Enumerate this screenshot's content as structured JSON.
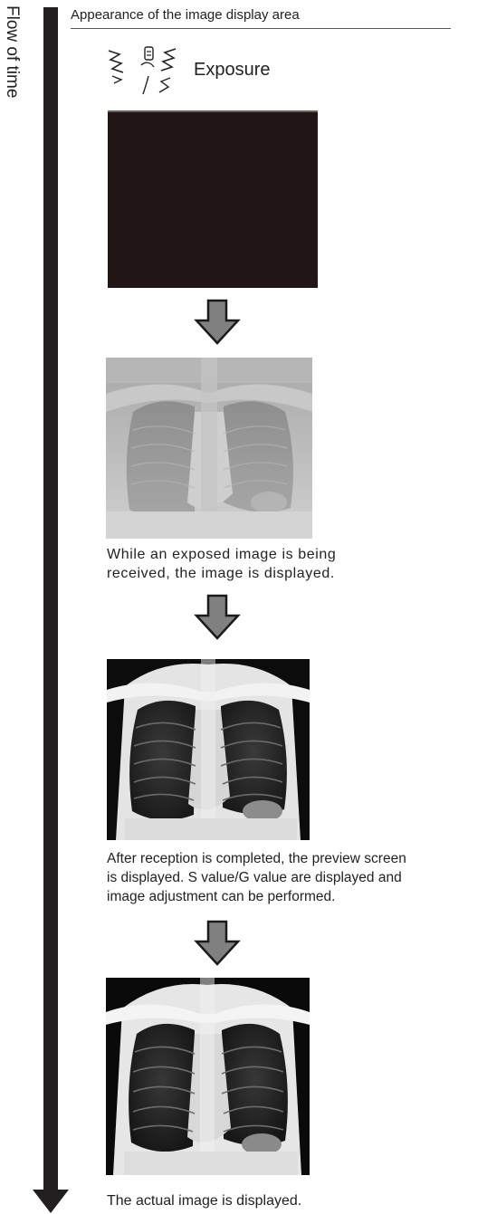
{
  "diagram": {
    "side_label": "Flow of time",
    "heading": "Appearance of the image display area",
    "exposure": {
      "icon": "exposure-switch-icon",
      "label": "Exposure"
    },
    "steps": [
      {
        "image": "blank-dark-frame",
        "caption": ""
      },
      {
        "image": "chest-xray-low-contrast",
        "caption_lines": [
          "While an exposed image is being",
          "received, the image is displayed."
        ]
      },
      {
        "image": "chest-xray-preview",
        "caption_lines": [
          "After reception is completed, the preview screen",
          "is displayed. S value/G value are displayed and",
          "image adjustment can be performed."
        ]
      },
      {
        "image": "chest-xray-final",
        "caption_lines": [
          "The actual image is displayed."
        ]
      }
    ],
    "colors": {
      "timeline": "#231f20",
      "step_arrow_fill": "#808080",
      "step_arrow_outline": "#1a1a1a",
      "dark_frame": "#221515"
    }
  }
}
